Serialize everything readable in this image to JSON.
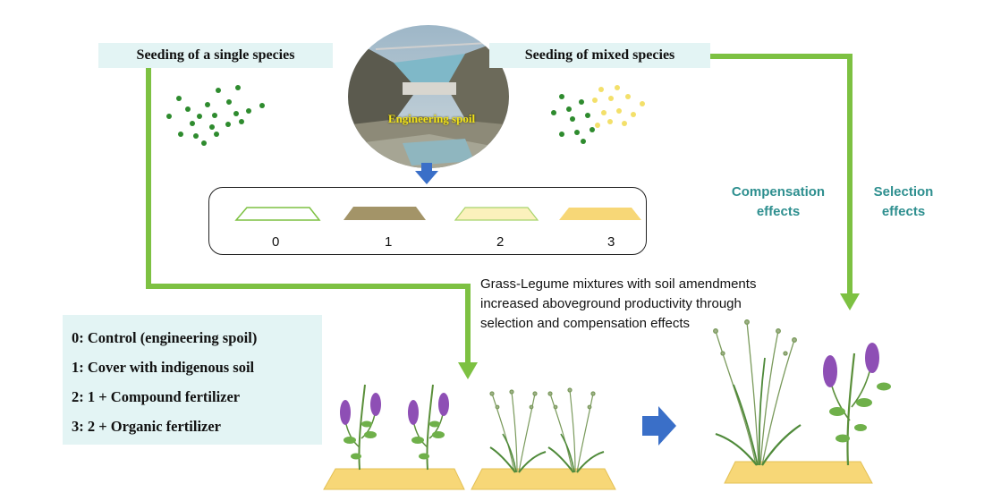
{
  "labels": {
    "single": "Seeding of a single species",
    "mixed": "Seeding of  mixed species",
    "spoil": "Engineering spoil",
    "compensation": "Compensation effects",
    "selection": "Selection effects",
    "conclusion": "Grass-Legume mixtures with soil amendments increased aboveground productivity  through selection and compensation effects"
  },
  "treatments": [
    "0",
    "1",
    "2",
    "3"
  ],
  "legend": [
    "0: Control (engineering spoil)",
    "1: Cover with indigenous soil",
    "2: 1 + Compound fertilizer",
    "3: 2 + Organic fertilizer"
  ],
  "colors": {
    "arrow_green": "#7dc142",
    "seed_green": "#2e8b2e",
    "seed_yellow": "#f3e06a",
    "effect_text": "#2e8f8f",
    "plot_soil": "#a39468",
    "plot_light": "#fbf1bc",
    "plot_yellow": "#f7d777",
    "blue_arrow": "#3a6fc8",
    "legume_flower": "#8e4fb5"
  }
}
